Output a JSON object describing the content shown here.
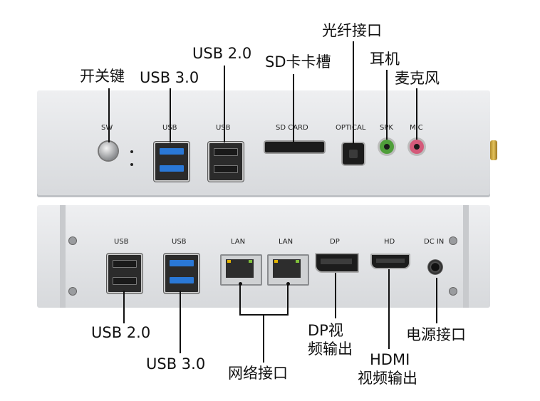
{
  "callouts": {
    "power_button": "开关键",
    "usb3_top": "USB 3.0",
    "usb2_top": "USB 2.0",
    "sd_slot": "SD卡卡槽",
    "optical": "光纤接口",
    "headphone": "耳机",
    "mic": "麦克风",
    "usb2_bottom": "USB 2.0",
    "usb3_bottom": "USB 3.0",
    "lan": "网络接口",
    "dp_line1": "DP视",
    "dp_line2": "频输出",
    "hdmi_line1": "HDMI",
    "hdmi_line2": "视频输出",
    "power_jack": "电源接口"
  },
  "panel_labels": {
    "sw": "SW",
    "usb3_top": "USB",
    "usb2_top": "USB",
    "sd": "SD CARD",
    "optical": "OPTICAL",
    "spk": "SPK",
    "mic": "MIC",
    "usb2_bottom": "USB",
    "usb3_bottom": "USB",
    "lan1": "LAN",
    "lan2": "LAN",
    "dp": "DP",
    "hd": "HD",
    "dcin": "DC IN"
  },
  "colors": {
    "usb3_blue": "#2a78d6",
    "spk_green": "#4f9e3a",
    "mic_pink": "#d45a7a"
  }
}
